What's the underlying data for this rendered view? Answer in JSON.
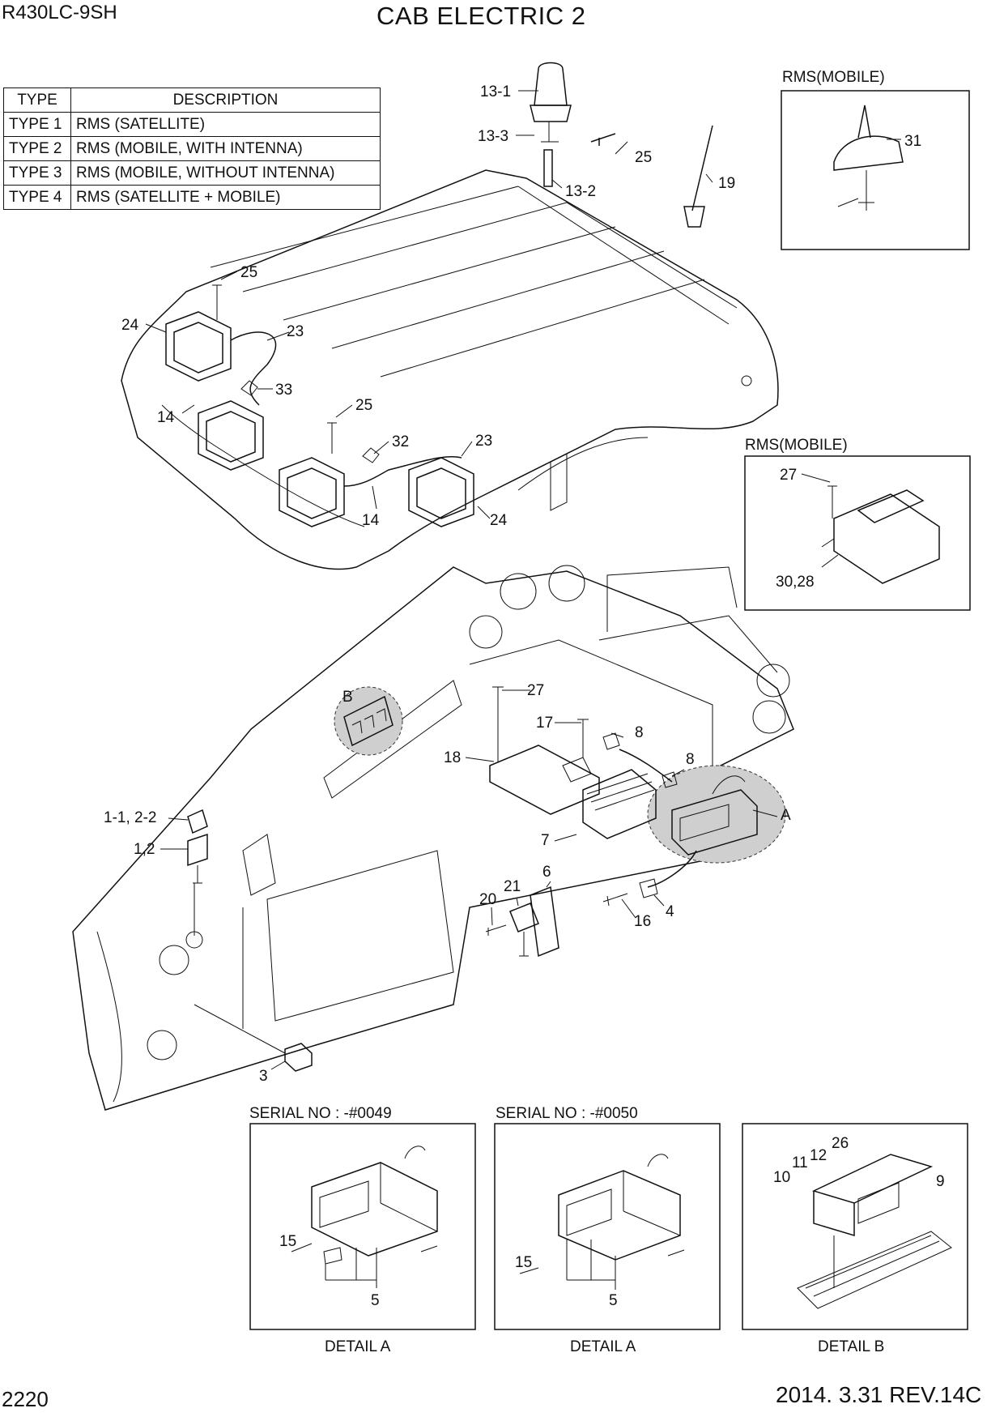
{
  "header": {
    "model": "R430LC-9SH",
    "title": "CAB ELECTRIC 2"
  },
  "type_table": {
    "col_type": "TYPE",
    "col_description": "DESCRIPTION",
    "rows": [
      {
        "type": "TYPE 1",
        "description": "RMS (SATELLITE)"
      },
      {
        "type": "TYPE 2",
        "description": "RMS (MOBILE, WITH INTENNA)"
      },
      {
        "type": "TYPE 3",
        "description": "RMS (MOBILE, WITHOUT INTENNA)"
      },
      {
        "type": "TYPE 4",
        "description": "RMS (SATELLITE + MOBILE)"
      }
    ]
  },
  "panels": {
    "rms_mobile_top": "RMS(MOBILE)",
    "rms_mobile_mid": "RMS(MOBILE)",
    "serial_1": "SERIAL NO : -#0049",
    "serial_2": "SERIAL NO : -#0050",
    "detail_a_1": "DETAIL A",
    "detail_a_2": "DETAIL A",
    "detail_b": "DETAIL B"
  },
  "callouts": {
    "c13_1": "13-1",
    "c13_3": "13-3",
    "c13_2": "13-2",
    "c25_top": "25",
    "c19": "19",
    "c31": "31",
    "c25_a": "25",
    "c24_a": "24",
    "c23_a": "23",
    "c33": "33",
    "c14_a": "14",
    "c25_b": "25",
    "c32": "32",
    "c23_b": "23",
    "c14_b": "14",
    "c24_b": "24",
    "c27_top": "27",
    "c30_28": "30,28",
    "cB": "B",
    "c27": "27",
    "c17": "17",
    "c8_a": "8",
    "c18": "18",
    "c8_b": "8",
    "cA": "A",
    "c1_1_2_2": "1-1, 2-2",
    "c1_2": "1,2",
    "c7": "7",
    "c6": "6",
    "c21": "21",
    "c20": "20",
    "c16": "16",
    "c4": "4",
    "c3": "3",
    "c15_a": "15",
    "c5_a": "5",
    "c15_b": "15",
    "c5_b": "5",
    "c26": "26",
    "c11": "11",
    "c12": "12",
    "c10": "10",
    "c9": "9"
  },
  "footer": {
    "page": "2220",
    "revision": "2014. 3.31  REV.14C"
  }
}
